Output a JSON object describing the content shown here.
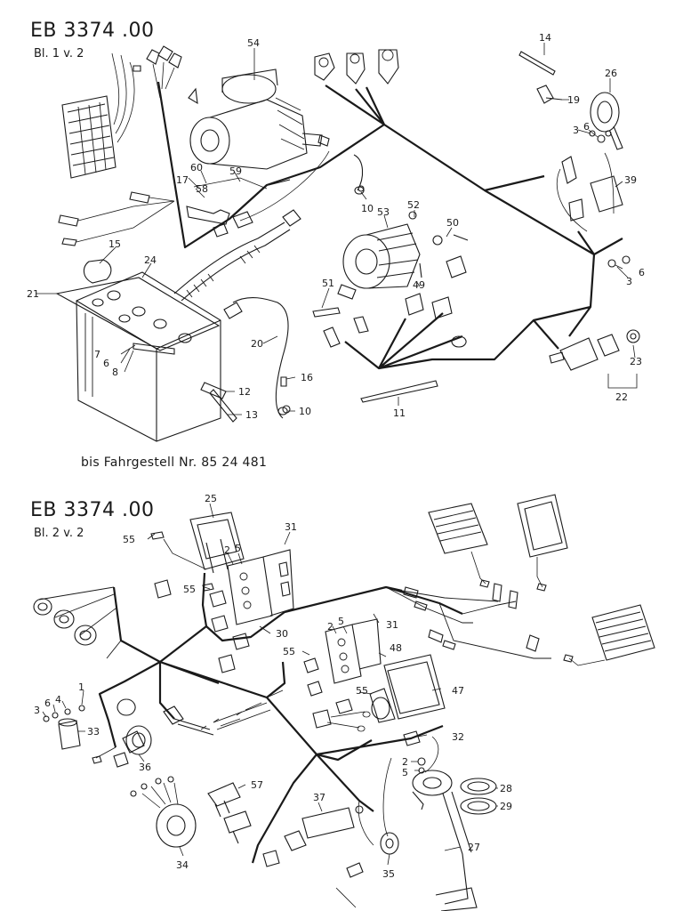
{
  "sheet1": {
    "title": "EB 3374 .00",
    "subtitle": "Bl. 1 v. 2",
    "caption": "bis Fahrgestell Nr. 85 24 481",
    "callouts": [
      "54",
      "14",
      "26",
      "19",
      "3",
      "6",
      "39",
      "17",
      "60",
      "59",
      "58",
      "10",
      "52",
      "53",
      "50",
      "15",
      "24",
      "21",
      "51",
      "49",
      "6",
      "3",
      "20",
      "16",
      "7",
      "6",
      "8",
      "12",
      "13",
      "10",
      "11",
      "23",
      "22"
    ]
  },
  "sheet2": {
    "title": "EB 3374 .00",
    "subtitle": "Bl. 2 v. 2",
    "callouts": [
      "25",
      "31",
      "55",
      "2",
      "5",
      "55",
      "30",
      "31",
      "2",
      "5",
      "55",
      "48",
      "55",
      "47",
      "3",
      "6",
      "4",
      "1",
      "33",
      "36",
      "32",
      "2",
      "5",
      "28",
      "29",
      "57",
      "37",
      "27",
      "34",
      "35"
    ]
  }
}
